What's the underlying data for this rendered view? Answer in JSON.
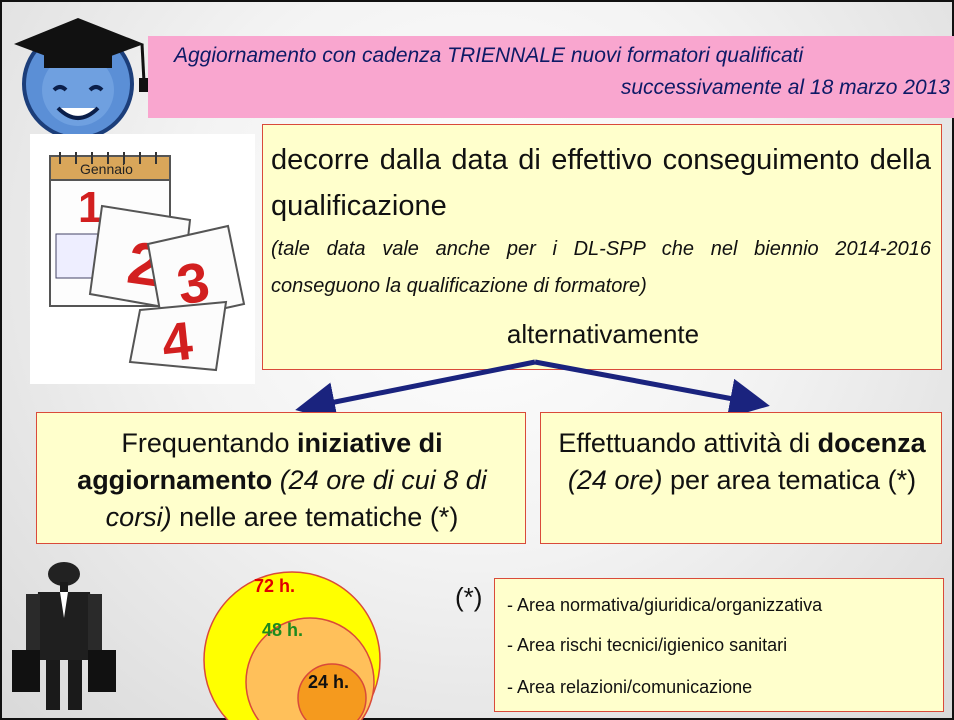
{
  "header": {
    "line1": "Aggiornamento con cadenza TRIENNALE nuovi formatori qualificati",
    "line2": "successivamente al 18 marzo 2013"
  },
  "main_box": {
    "line1": "decorre dalla data di effettivo conseguimento della qualificazione",
    "note": "(tale data vale anche per i DL-SPP che nel biennio 2014-2016 conseguono la qualificazione di formatore)",
    "alt": "alternativamente"
  },
  "calendar": {
    "month": "Gennaio",
    "pages": [
      "1",
      "2",
      "3",
      "4"
    ]
  },
  "left_box": {
    "t1": "Frequentando ",
    "t2": "iniziative di aggiornamento",
    "t3": " (24 ore di cui 8 di corsi)",
    "t4": " nelle aree tematiche (*)"
  },
  "right_box": {
    "t1": "Effettuando attività di ",
    "t2": "docenza",
    "t3": " (24 ore)",
    "t4": " per area tematica (*)"
  },
  "circles": {
    "outer": "72 h.",
    "middle": "48 h.",
    "inner": "24 h."
  },
  "areas": {
    "marker": "(*)",
    "items": [
      "-  Area normativa/giuridica/organizzativa",
      "-  Area rischi tecnici/igienico sanitari",
      "-  Area relazioni/comunicazione"
    ]
  },
  "colors": {
    "banner": "#f9a6cf",
    "box_fill": "#ffffcc",
    "box_border": "#d94a3a",
    "arrow": "#1a237e",
    "circle_outer": "#ffff00",
    "circle_middle": "#ffc05a",
    "circle_inner": "#f59a1e"
  }
}
